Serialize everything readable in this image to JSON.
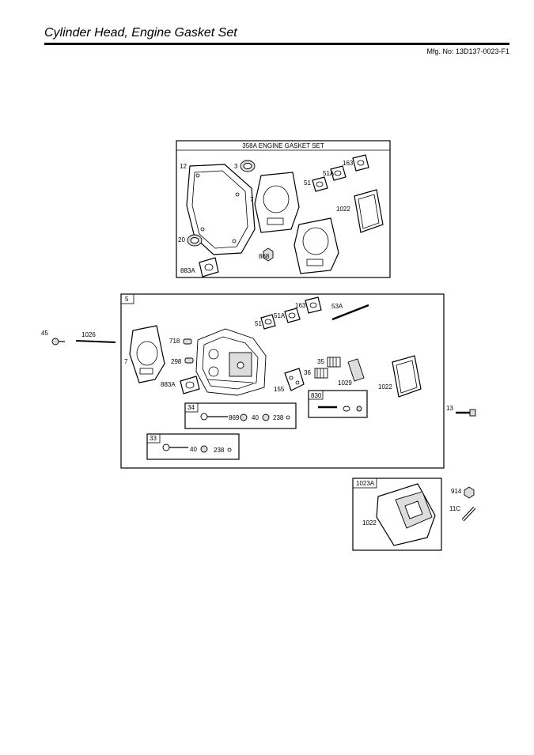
{
  "header": {
    "title": "Cylinder Head, Engine Gasket Set",
    "mfg_number": "Mfg. No: 13D137-0023-F1"
  },
  "gasket_set": {
    "box_label": "358A ENGINE GASKET SET",
    "callouts": [
      "12",
      "3",
      "163",
      "51A",
      "51",
      "7",
      "1022",
      "20",
      "868",
      "883A"
    ]
  },
  "cylinder_head": {
    "box_label": "5",
    "callouts": [
      "163",
      "53A",
      "51A",
      "51",
      "718",
      "7",
      "298",
      "35",
      "36",
      "1029",
      "883A",
      "155",
      "1022"
    ],
    "subgroup_34": {
      "label": "34",
      "callouts": [
        "869",
        "40",
        "238"
      ]
    },
    "subgroup_33": {
      "label": "33",
      "callouts": [
        "40",
        "238"
      ]
    },
    "subgroup_830": {
      "label": "830"
    }
  },
  "outside_parts": {
    "left_callouts": [
      "45",
      "1026"
    ],
    "right_callout": "13"
  },
  "valve_cover": {
    "box_label": "1023A",
    "callouts": [
      "1022"
    ],
    "side_callouts": [
      "914",
      "11C"
    ]
  }
}
